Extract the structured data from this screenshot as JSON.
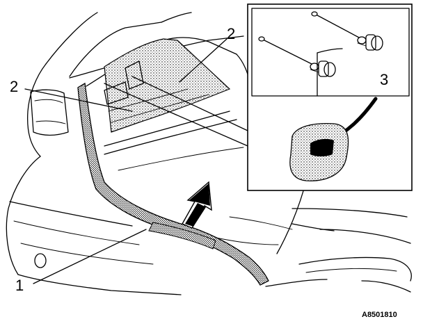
{
  "callouts": {
    "seal": "1",
    "clip_left": "2",
    "clip_right": "2",
    "fastener": "3"
  },
  "figure_ref": "A8501810",
  "icons": {
    "arrow": "direction-arrow-icon"
  },
  "colors": {
    "line": "#000000",
    "background": "#ffffff"
  }
}
